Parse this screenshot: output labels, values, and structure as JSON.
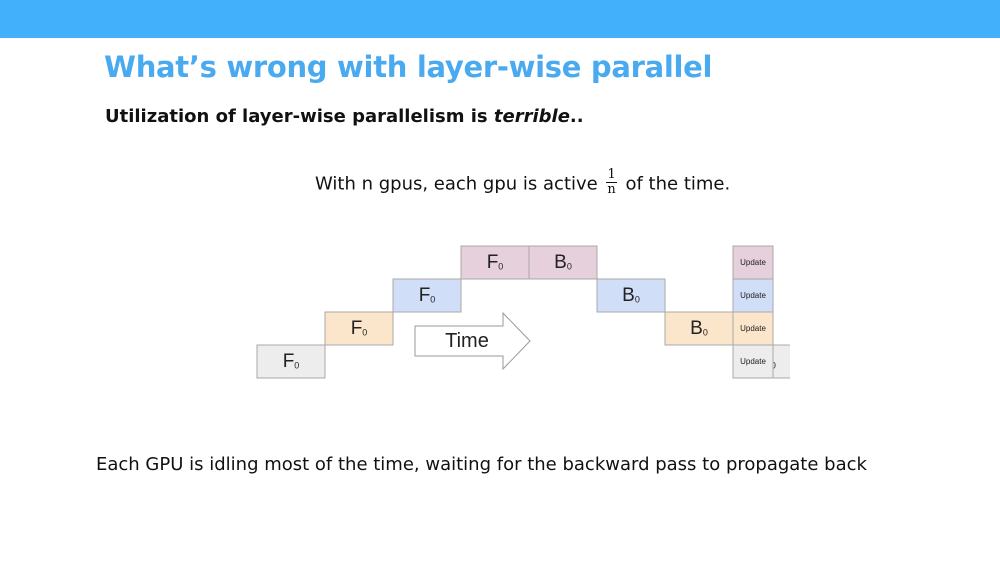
{
  "slide": {
    "title": "What’s wrong with layer-wise parallel",
    "subtitle_pre": "Utilization of layer-wise parallelism is ",
    "subtitle_em": "terrible",
    "subtitle_post": "..",
    "formula_pre": "With n gpus, each gpu is active",
    "fraction_num": "1",
    "fraction_den": "n",
    "formula_post": "of the time.",
    "bottom_text": "Each GPU is idling most of the time, waiting for the backward pass to propagate back",
    "accent_color": "#42b0fb"
  },
  "diagram": {
    "arrow_label": "Time",
    "gpus": [
      {
        "color": "#e6d0dc",
        "forward": "F",
        "backward": "B",
        "sub": "0",
        "update": "Update"
      },
      {
        "color": "#d1def8",
        "forward": "F",
        "backward": "B",
        "sub": "0",
        "update": "Update"
      },
      {
        "color": "#fce6cb",
        "forward": "F",
        "backward": "B",
        "sub": "0",
        "update": "Update"
      },
      {
        "color": "#ededed",
        "forward": "F",
        "backward": "B",
        "sub": "0",
        "update": "Update"
      }
    ]
  }
}
